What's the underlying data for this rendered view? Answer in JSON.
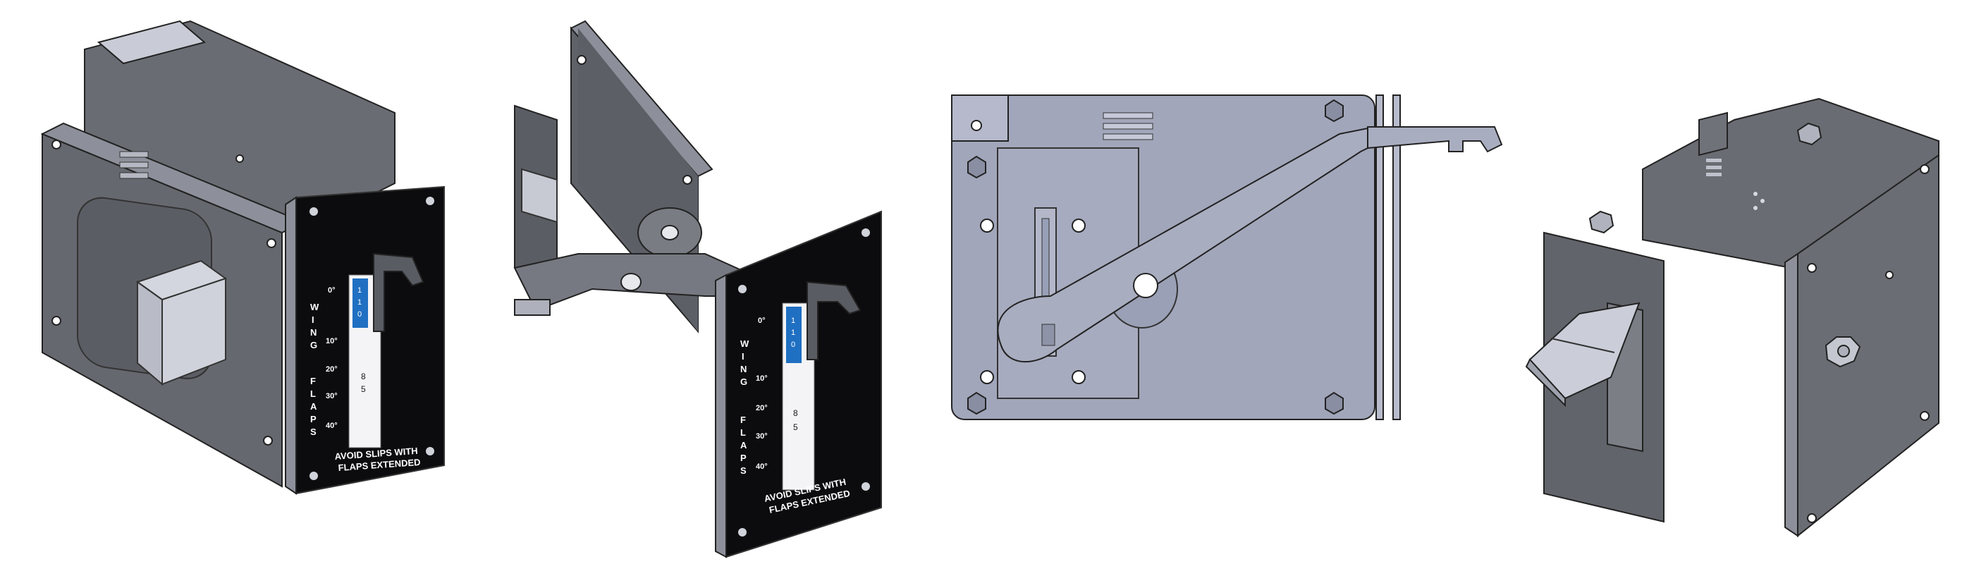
{
  "scale_ticks": [
    "0°",
    "10°",
    "20°",
    "30°",
    "40°"
  ],
  "label_wing": [
    "W",
    "I",
    "N",
    "G"
  ],
  "label_flaps": [
    "F",
    "L",
    "A",
    "P",
    "S"
  ],
  "warning_line1": "AVOID SLIPS WITH",
  "warning_line2": "FLAPS EXTENDED",
  "tape_blue_marks": [
    "1",
    "1",
    "0"
  ],
  "tape_white_marks": [
    "8",
    "5"
  ],
  "colors": {
    "body_metal": "#5f6168",
    "light_metal": "#9ea3b8",
    "faceplate": "#0c0c0e",
    "indicator_blue": "#1f6fc2"
  }
}
